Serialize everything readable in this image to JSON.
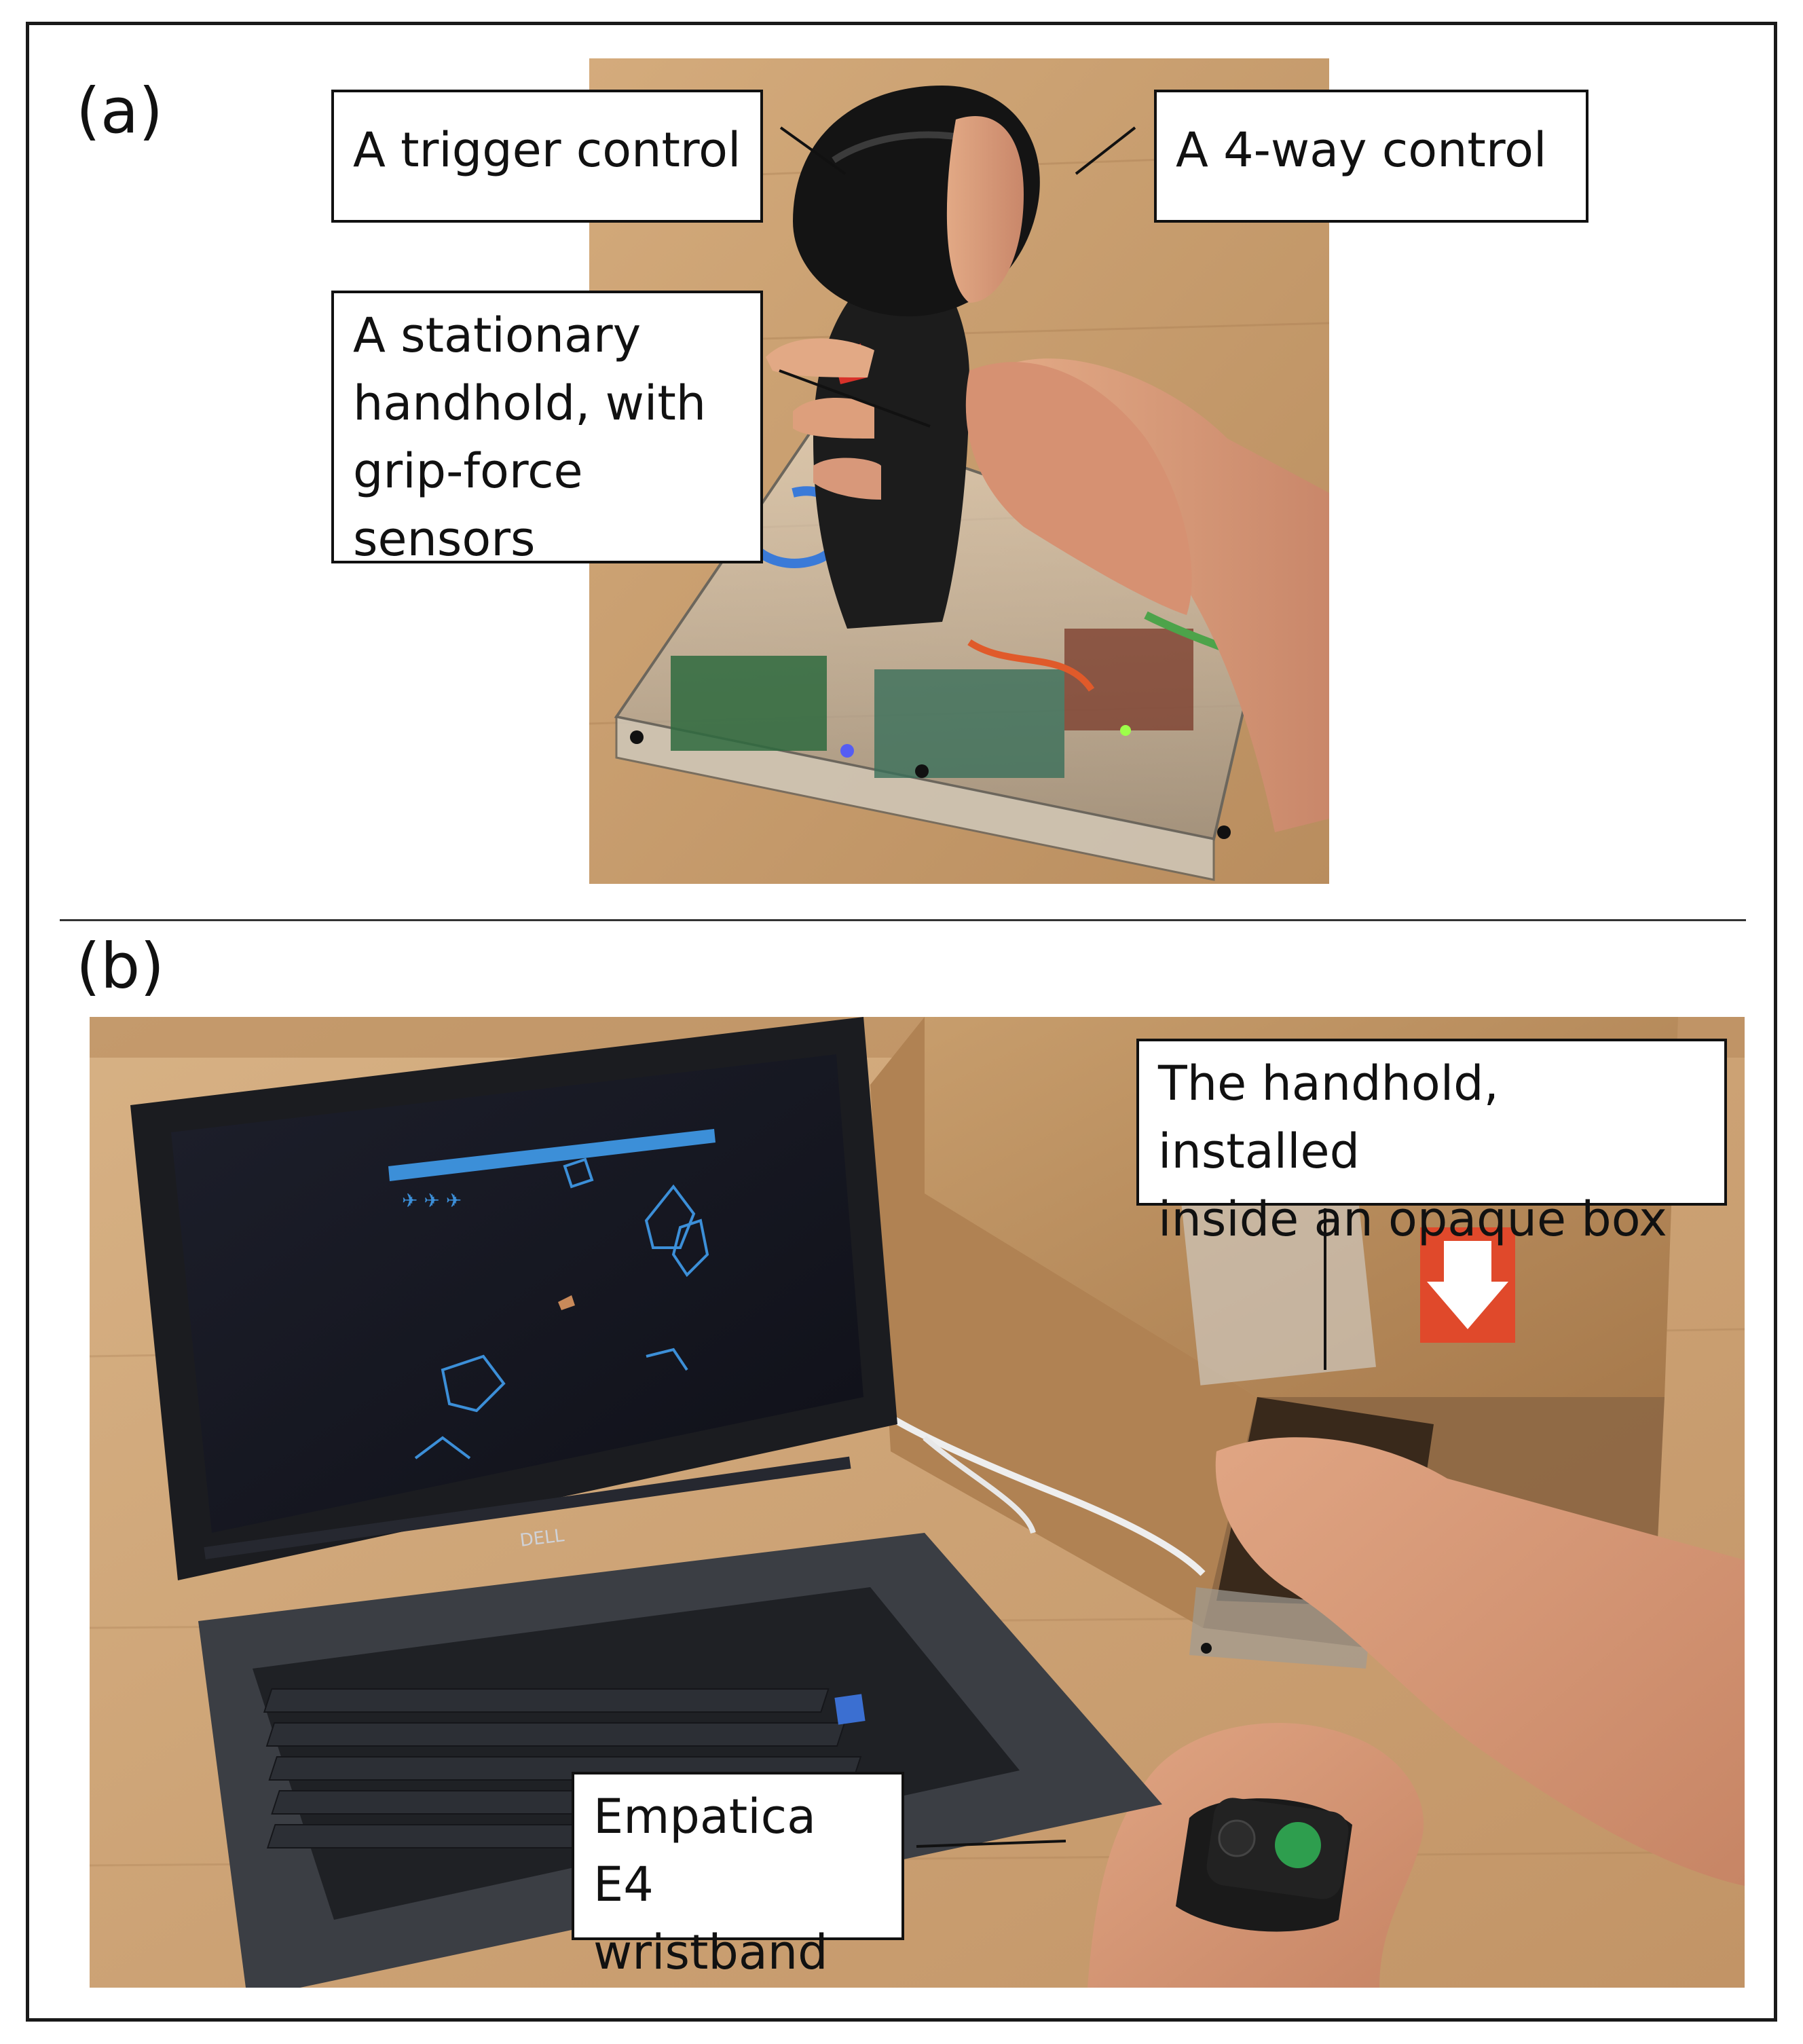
{
  "panels": {
    "a": {
      "label": "(a)",
      "callouts": {
        "trigger": "A trigger control",
        "four_way": "A 4-way control",
        "handhold": "A stationary\nhandhold, with\ngrip-force\nsensors"
      }
    },
    "b": {
      "label": "(b)",
      "callouts": {
        "box": "The handhold, installed\ninside an opaque box",
        "wristband": "Empatica E4\nwristband"
      },
      "laptop_brand": "DELL"
    }
  },
  "colors": {
    "frame": "#1a1a1a",
    "table_wood": "#c9a172",
    "cardboard": "#b98c5c",
    "screen_line": "#3c8fd8",
    "wristband_button": "#2e9e4e",
    "arrow_red": "#e0492b"
  }
}
